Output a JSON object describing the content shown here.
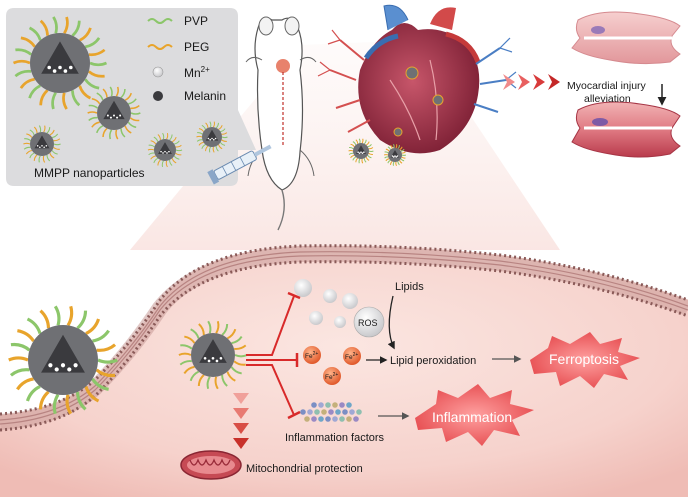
{
  "legend": {
    "pvp_label": "PVP",
    "peg_label": "PEG",
    "mn_label": "Mn",
    "mn_superscript": "2+",
    "melanin_label": "Melanin",
    "panel_title": "MMPP nanoparticles"
  },
  "cardio": {
    "injury_line1": "Myocardial injury",
    "injury_line2": "alleviation"
  },
  "mechanism": {
    "lipids": "Lipids",
    "ros": "ROS",
    "fe_label": "Fe",
    "fe_superscript": "2+",
    "lipid_peroxidation": "Lipid peroxidation",
    "ferroptosis": "Ferroptosis",
    "inflammation_factors": "Inflammation factors",
    "inflammation": "Inflammation",
    "mito_protection": "Mitochondrial protection"
  },
  "colors": {
    "pvp": "#8cc66a",
    "peg": "#e8a42c",
    "shell": "#6f7074",
    "core": "#3a3a3e",
    "inhibit": "#d82a2a",
    "burst": "#e2353a",
    "cell_pink": "#f4c9c3",
    "membrane": "#8a5a58"
  }
}
